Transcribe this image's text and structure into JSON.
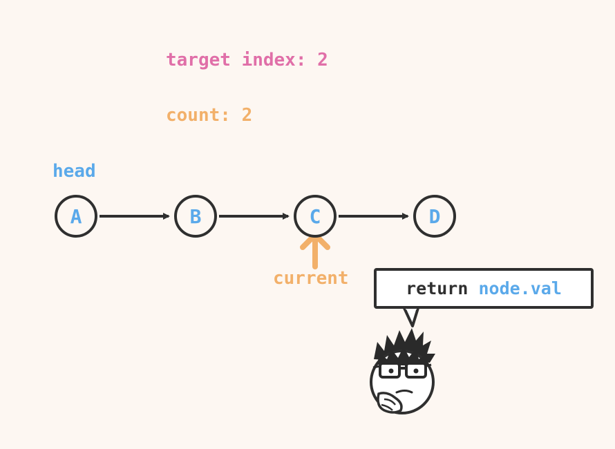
{
  "target": {
    "label": "target index: 2"
  },
  "count": {
    "label": "count: 2"
  },
  "list": {
    "head_label": "head",
    "nodes": [
      "A",
      "B",
      "C",
      "D"
    ],
    "current_label": "current"
  },
  "speech": {
    "keyword": "return",
    "value": "node.val"
  },
  "colors": {
    "background": "#fdf7f2",
    "target": "#e06fa8",
    "count": "#f2b06a",
    "node_text": "#5aa9ea",
    "stroke": "#2f2f2f"
  },
  "icons": {
    "pointer": "up-arrow-icon",
    "character": "thinking-person-icon"
  }
}
